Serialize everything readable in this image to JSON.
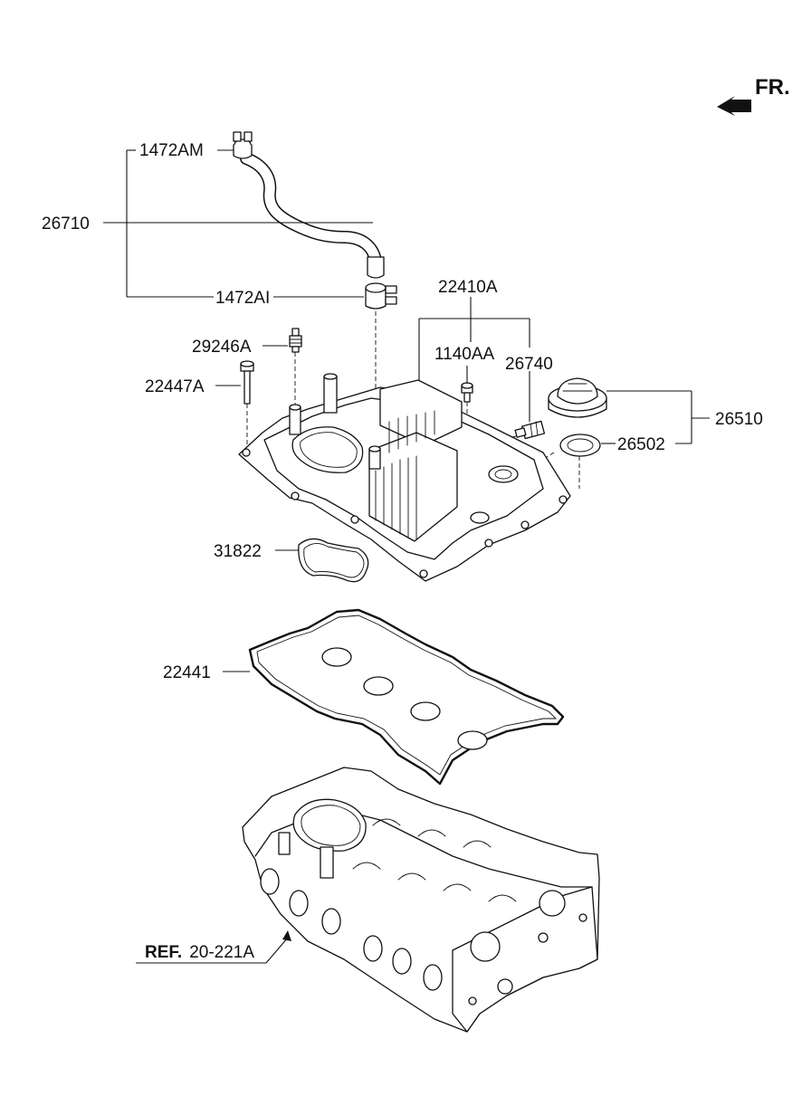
{
  "orientation": {
    "label": "FR."
  },
  "parts": {
    "breather_hose": "26710",
    "hose_clamp_upper": "1472AM",
    "hose_clamp_lower": "1472AI",
    "cover_assembly": "22410A",
    "pcv_valve": "29246A",
    "bolt": "22447A",
    "bolt_small": "1140AA",
    "sensor": "26740",
    "oil_filler_cap": "26510",
    "filler_cap_gasket": "26502",
    "spark_plug_gasket": "31822",
    "cover_gasket": "22441"
  },
  "reference": {
    "prefix": "REF.",
    "code": "20-221A"
  }
}
